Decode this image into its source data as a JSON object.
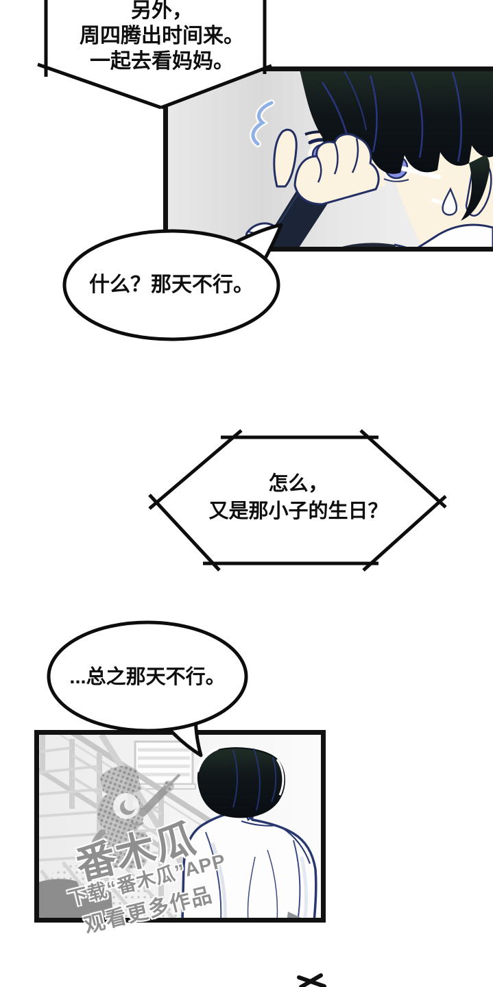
{
  "page_kind": "comic-page",
  "bubbles": {
    "phone_top": {
      "shape": "angular-phone-bubble",
      "lines": [
        "另外，",
        "周四腾出时间来。",
        "一起去看妈妈。"
      ]
    },
    "reply_what": {
      "shape": "oval",
      "text": "什么？那天不行。"
    },
    "phone_mid": {
      "shape": "angular-phone-bubble",
      "lines": [
        "怎么，",
        "又是那小子的生日？"
      ]
    },
    "reply_refuse": {
      "shape": "oval",
      "text": "...总之那天不行。"
    }
  },
  "watermark": {
    "brand_large": "番木瓜",
    "line1": "下载“番木瓜”APP",
    "line2": "观看更多作品"
  },
  "colors": {
    "ink": "#0d0d0d",
    "skin": "#fbf3e0",
    "iris_blue": "#8891e3",
    "line_navy": "#28376e",
    "hair_dark": "#10171a",
    "startle_blue": "#8fb0e5",
    "panel_gray": "#dcdcdc",
    "stair_gray": "#cccccc",
    "watermark_gray": "#8a8a8a",
    "phone_navy": "#1c2437",
    "blob_gray": "#8d8d8d"
  }
}
